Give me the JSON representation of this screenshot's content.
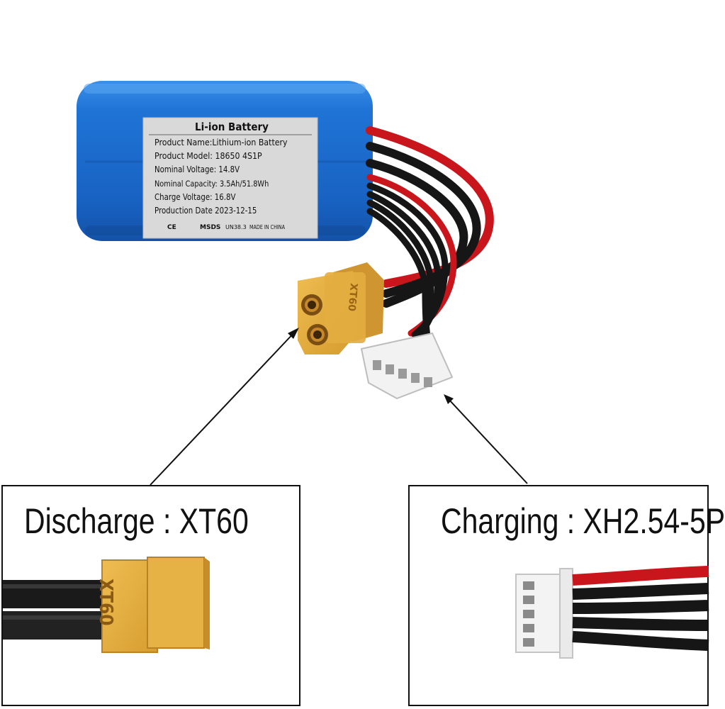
{
  "battery_label": {
    "header": "Li-ion Battery",
    "lines": [
      "Product Name:Lithium-ion Battery",
      "Product Model: 18650 4S1P",
      "Nominal Voltage: 14.8V",
      "Nominal Capacity: 3.5Ah/51.8Wh",
      "Charge Voltage: 16.8V",
      "Production Date 2023-12-15"
    ],
    "marks": [
      "CE",
      "MSDS",
      "UN38.3",
      "MADE IN CHINA"
    ]
  },
  "connector_marking": "XT60",
  "callouts": {
    "discharge": {
      "title": "Discharge : XT60"
    },
    "charging": {
      "title": "Charging : XH2.54-5P"
    }
  },
  "colors": {
    "battery_blue": "#1c6fd2",
    "label_gray": "#d9d9d9",
    "connector_yellow": "#e0ac3b",
    "wire_red": "#c8161c",
    "wire_black": "#161616",
    "plug_white": "#f2f2f2"
  }
}
